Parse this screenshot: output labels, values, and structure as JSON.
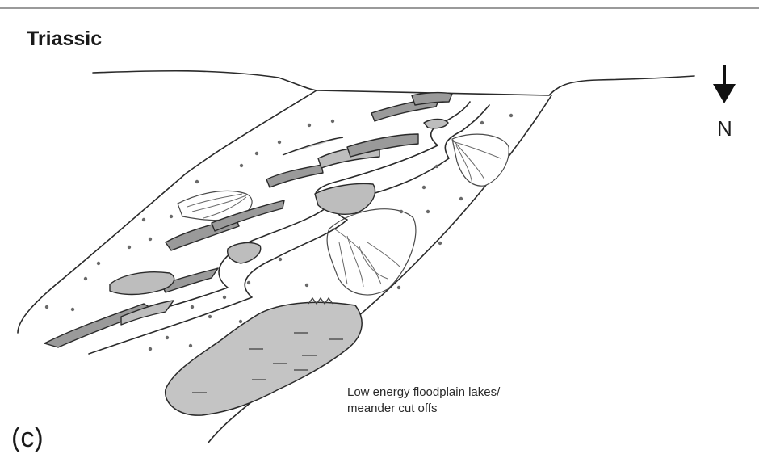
{
  "figure": {
    "title": "Triassic",
    "north_label": "N",
    "panel_label": "(c)",
    "annotation_line1": "Low energy floodplain lakes/",
    "annotation_line2": "meander cut offs"
  },
  "colors": {
    "outline": "#2a2a2a",
    "bar_dark": "#9a9a9a",
    "bar_light": "#bdbdbd",
    "lake": "#c4c4c4",
    "background": "#ffffff"
  },
  "icons": {
    "north_arrow": "arrow-down-icon"
  }
}
